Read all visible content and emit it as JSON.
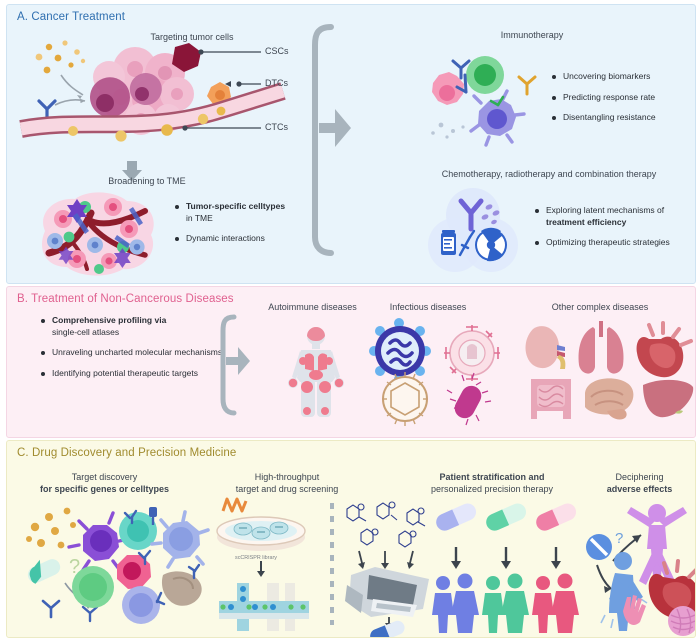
{
  "figure": {
    "panels": [
      {
        "id": "a",
        "title": "A. Cancer Treatment",
        "accent": "#2f6fb0",
        "background": "#e9f4fb"
      },
      {
        "id": "b",
        "title": "B. Treatment of Non-Cancerous Diseases",
        "accent": "#e0608f",
        "background": "#fdeff5"
      },
      {
        "id": "c",
        "title": "C. Drug Discovery and Precision Medicine",
        "accent": "#a08b2e",
        "background": "#fbfae6"
      }
    ]
  },
  "panel_a": {
    "headings": {
      "tumor_cells": "Targeting tumor cells",
      "broadening": "Broadening to TME",
      "immunotherapy": "Immunotherapy",
      "chemo": "Chemotherapy, radiotherapy and combination therapy"
    },
    "callouts": {
      "cscs": "CSCs",
      "dtcs": "DTCs",
      "ctcs": "CTCs"
    },
    "tme_bullets": [
      {
        "strong": "Tumor-specific celltypes",
        "rest": "in TME"
      },
      {
        "strong": "",
        "rest": "Dynamic interactions"
      }
    ],
    "immuno_bullets": [
      "Uncovering biomarkers",
      "Predicting response rate",
      "Disentangling  resistance"
    ],
    "chemo_bullets": [
      {
        "lead": "Exploring latent mechanisms of",
        "strong": "treatment efficiency"
      },
      {
        "lead": "Optimizing therapeutic strategies",
        "strong": ""
      }
    ]
  },
  "panel_b": {
    "bullets": [
      {
        "strong": "Comprehensive profiling via",
        "rest": "single-cell atlases"
      },
      {
        "strong": "",
        "rest": "Unraveling uncharted molecular mechanisms"
      },
      {
        "strong": "",
        "rest": "Identifying potential therapeutic targets"
      }
    ],
    "groups": [
      "Autoimmune diseases",
      "Infectious diseases",
      "Other complex diseases"
    ]
  },
  "panel_c": {
    "columns": [
      {
        "line1": "Target discovery",
        "line2": "for specific genes or celltypes",
        "bold_line": 2
      },
      {
        "line1": "High-throughput",
        "line2": "target and drug screening",
        "bold_line": 0
      },
      {
        "line1": "Patient stratification and",
        "line2": "personalized precision therapy",
        "bold_line": 1
      },
      {
        "line1": "Deciphering",
        "line2": "adverse effects",
        "bold_line": 2
      }
    ],
    "small_label": "scCRISPR library"
  },
  "colors": {
    "connector_grey": "#a8b4bd",
    "tumor_pink": "#f0b6cd",
    "tumor_dark": "#8e1f3f",
    "vessel": "#f7d3dd",
    "antibody_blue": "#3f62b5",
    "immune_green": "#4cb963",
    "immune_purple": "#8f8bdd"
  }
}
